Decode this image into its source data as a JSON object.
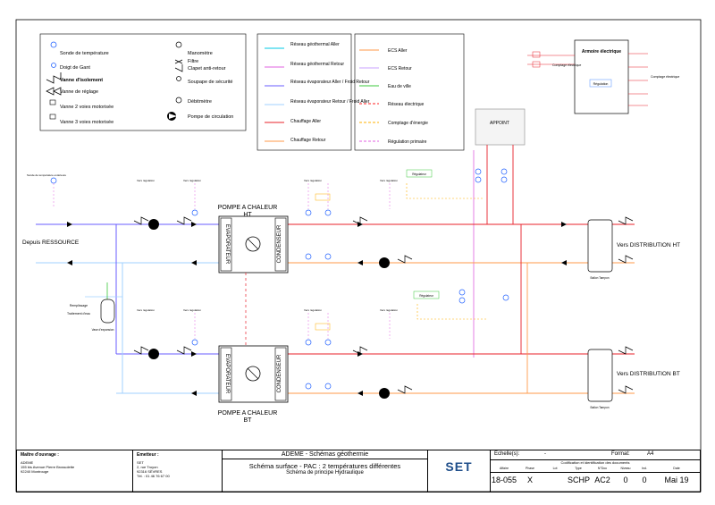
{
  "colors": {
    "geo_aller": "#00c8e6",
    "geo_retour": "#e060e0",
    "evap_aller": "#6a5cff",
    "evap_retour": "#a0d0ff",
    "chauffage_aller": "#e8202a",
    "chauffage_retour": "#ff9a4a",
    "ecs_aller": "#ff9a4a",
    "ecs_retour": "#c8a0ff",
    "eau_ville": "#3cc83c",
    "reseau_electrique": "#ff2020",
    "comptage": "#ffb000",
    "regulation": "#e060e0"
  },
  "legend1": {
    "items": [
      {
        "label": "Sonde de température"
      },
      {
        "label": "Doigt de Gant"
      },
      {
        "label": "Vanne d'isolement"
      },
      {
        "label": "Vanne de réglage"
      },
      {
        "label": "Vanne 2 voies motorisée"
      },
      {
        "label": "Vanne 3 voies motorisée"
      }
    ],
    "items2": [
      {
        "label": "Manomètre"
      },
      {
        "label": "Filtre"
      },
      {
        "label": "Clapet anti-retour"
      },
      {
        "label": "Soupape de sécurité"
      },
      {
        "label": "Débitmètre"
      },
      {
        "label": "Pompe de circulation"
      }
    ]
  },
  "legend2": {
    "items": [
      {
        "label": "Réseau géothermal Aller"
      },
      {
        "label": "Réseau géothermal Retour"
      },
      {
        "label": "Réseau évaporateur Aller / Froid Retour"
      },
      {
        "label": "Réseau évaporateur Retour / Froid Aller"
      },
      {
        "label": "Chauffage Aller"
      },
      {
        "label": "Chauffage Retour"
      }
    ]
  },
  "legend3": {
    "items": [
      {
        "label": "ECS Aller"
      },
      {
        "label": "ECS Retour"
      },
      {
        "label": "Eau de ville"
      },
      {
        "label": "Réseau électrique"
      },
      {
        "label": "Comptage d'énergie"
      },
      {
        "label": "Régulation primaire"
      }
    ]
  },
  "armoire": {
    "title": "Armoire électrique",
    "inner": "Régulation",
    "left_label": "Comptage électrique",
    "right_label": "Comptage électrique"
  },
  "appoint": {
    "label": "APPOINT"
  },
  "pac_ht": {
    "title": "POMPE A CHALEUR",
    "sub": "HT",
    "evap": "EVAPORATEUR",
    "cond": "CONDENSEUR"
  },
  "pac_bt": {
    "title": "POMPE A CHALEUR",
    "sub": "BT",
    "evap": "EVAPORATEUR",
    "cond": "CONDENSEUR"
  },
  "labels": {
    "ressource": "Depuis RESSOURCE",
    "distrib_ht": "Vers DISTRIBUTION HT",
    "distrib_bt": "Vers DISTRIBUTION BT",
    "ballon_ht": "Ballon Tampon",
    "ballon_bt": "Ballon Tampon",
    "remplissage": "Remplissage",
    "traitement": "Traitement d'eau",
    "vase": "Vase d'expansion",
    "sonde_ext": "Sonde de température extérieure",
    "vers_regul": "Vers régulation",
    "regulateur": "Régulateur"
  },
  "titleblock": {
    "maitre_label": "Maître d'ouvrage :",
    "maitre_lines": [
      "ADEME",
      "155 bis Avenue Pierre Brossolette",
      "92240 Montrouge"
    ],
    "emetteur_label": "Emetteur :",
    "emetteur_lines": [
      "SET",
      "2, rue Troyon",
      "92316 SÈVRES",
      "Tél. : 01 46 76 67 00"
    ],
    "project": "ADEME - Schémas géothermie",
    "title": "Schéma surface - PAC : 2 températures différentes",
    "subtitle": "Schéma de principe Hydraulique",
    "echelle_label": "Echelle(s):",
    "echelle_value": "-",
    "format_label": "Format:",
    "format_value": "A4",
    "codif_label": "Codification et identification des documents",
    "cols": [
      "Affaire",
      "Phase",
      "Lot",
      "Type",
      "N°Doc",
      "Niveau",
      "Ind.",
      "Date"
    ],
    "vals": [
      "18-055",
      "X",
      "",
      "SCHP",
      "AC2",
      "0",
      "0",
      "Mai 19"
    ],
    "logo": "SET"
  }
}
